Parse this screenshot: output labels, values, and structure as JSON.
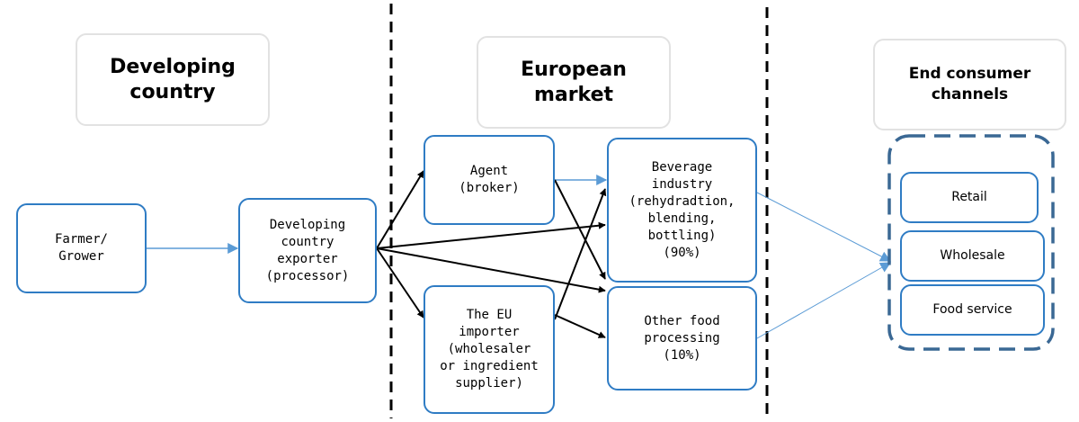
{
  "headers": {
    "developing": "Developing\ncountry",
    "european": "European\nmarket",
    "end_consumer": "End consumer\nchannels"
  },
  "nodes": {
    "farmer": "Farmer/\nGrower",
    "exporter": "Developing\ncountry\nexporter\n(processor)",
    "agent": "Agent\n(broker)",
    "importer": "The EU\nimporter\n(wholesaler\nor ingredient\nsupplier)",
    "beverage": "Beverage\nindustry\n(rehydradtion,\nblending,\nbottling)\n(90%)",
    "other_food": "Other food\nprocessing\n(10%)",
    "retail": "Retail",
    "wholesale": "Wholesale",
    "food_service": "Food service"
  },
  "colors": {
    "box_border": "#2f7cc4",
    "header_border": "#e2e2e2",
    "blue_arrow": "#5b9bd5",
    "black_arrow": "#000000",
    "group_border": "#3a6894"
  }
}
